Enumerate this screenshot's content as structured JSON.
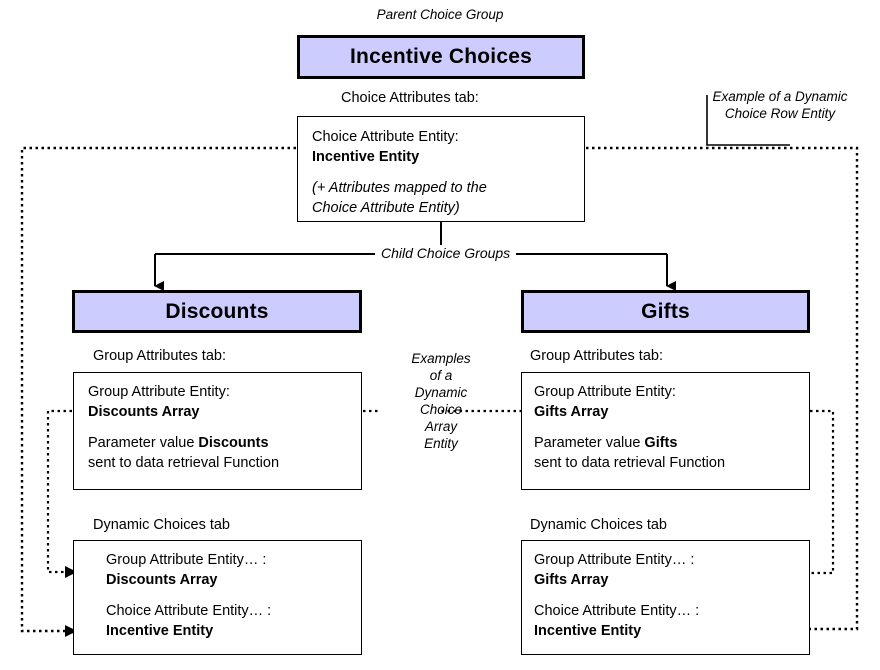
{
  "diagram": {
    "title_note": "Parent Choice Group",
    "parent": {
      "label": "Incentive Choices",
      "tab_caption": "Choice Attributes tab:",
      "panel": {
        "field_label": "Choice Attribute Entity:",
        "field_value": "Incentive Entity",
        "note_line1": "(+ Attributes mapped to the",
        "note_line2": "Choice Attribute Entity)"
      },
      "example_note_line1": "Example of a Dynamic",
      "example_note_line2": "Choice Row Entity"
    },
    "child_link_label": "Child Choice Groups",
    "center_note": {
      "line1": "Examples",
      "line2": "of a",
      "line3": "Dynamic",
      "line4": "Choice",
      "line5": "Array",
      "line6": "Entity"
    },
    "children": [
      {
        "label": "Discounts",
        "group_attrs_caption": "Group Attributes tab:",
        "group_attrs_panel": {
          "entity_label": "Group Attribute Entity:",
          "entity_value": "Discounts Array",
          "param_prefix": "Parameter value ",
          "param_value": "Discounts",
          "param_suffix": "sent to data retrieval Function"
        },
        "dynamic_caption": "Dynamic Choices tab",
        "dynamic_panel": {
          "row1_label": "Group Attribute Entity… :",
          "row1_value": "Discounts Array",
          "row2_label": "Choice Attribute Entity… :",
          "row2_value": "Incentive Entity"
        }
      },
      {
        "label": "Gifts",
        "group_attrs_caption": "Group Attributes tab:",
        "group_attrs_panel": {
          "entity_label": "Group Attribute Entity:",
          "entity_value": "Gifts Array",
          "param_prefix": "Parameter value ",
          "param_value": "Gifts",
          "param_suffix": "sent to data retrieval Function"
        },
        "dynamic_caption": "Dynamic Choices tab",
        "dynamic_panel": {
          "row1_label": "Group Attribute Entity… :",
          "row1_value": "Gifts Array",
          "row2_label": "Choice Attribute Entity… :",
          "row2_value": "Incentive Entity"
        }
      }
    ],
    "colors": {
      "group_fill": "#ccccff",
      "stroke": "#000000",
      "background": "#ffffff"
    }
  }
}
